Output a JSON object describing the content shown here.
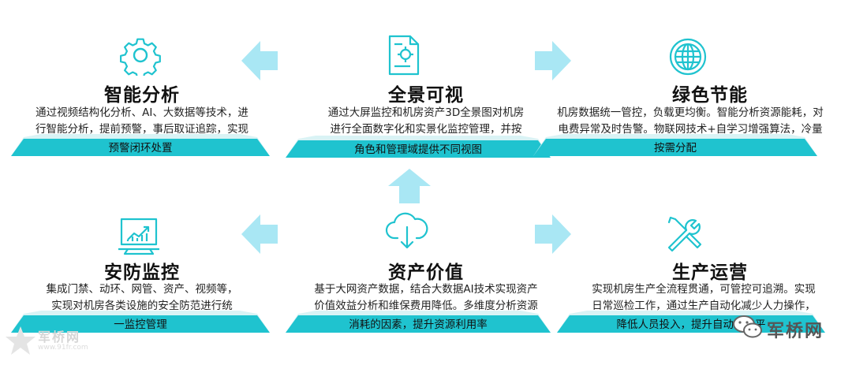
{
  "colors": {
    "accent": "#1fc3cf",
    "arrow": "#a9e7f4",
    "band_light": "#d9f3f5"
  },
  "cards": [
    {
      "title": "智能分析",
      "desc_lines": [
        "通过视频结构化分析、AI、大数据等技术，进",
        "行智能分析，提前预警，事后取证追踪，实现"
      ],
      "band_text": "预警闭环处置",
      "icon": "gear-icon"
    },
    {
      "title": "全景可视",
      "desc_lines": [
        "通过大屏监控和机房资产3D全景图对机房",
        "进行全面数字化和实景化监控管理，并按"
      ],
      "band_text": "角色和管理域提供不同视图",
      "icon": "document-icon"
    },
    {
      "title": "绿色节能",
      "desc_lines": [
        "机房数据统一管控，负载更均衡。智能分析资源能耗，对",
        "电费异常及时告警。物联网技术+自学习增强算法，冷量"
      ],
      "band_text": "按需分配",
      "icon": "globe-icon"
    },
    {
      "title": "安防监控",
      "desc_lines": [
        "集成门禁、动环、网管、资产、视频等，",
        "实现对机房各类设施的安全防范进行统"
      ],
      "band_text": "一监控管理",
      "icon": "monitor-chart-icon"
    },
    {
      "title": "资产价值",
      "desc_lines": [
        "基于大网资产数据，结合大数据AI技术实现资产",
        "价值效益分析和维保费用降低。多维度分析资源"
      ],
      "band_text": "消耗的因素，提升资源利用率",
      "icon": "cloud-download-icon"
    },
    {
      "title": "生产运营",
      "desc_lines": [
        "实现机房生产全流程贯通，可管控可追溯。实现",
        "日常巡检工作，通过生产自动化减少人力操作，"
      ],
      "band_text": "降低人员投入，提升自动化水平",
      "icon": "tools-icon"
    }
  ],
  "watermarks": {
    "left_cn": "军桥网",
    "left_url": "www.91fr.com",
    "right_cn": "军桥网"
  }
}
